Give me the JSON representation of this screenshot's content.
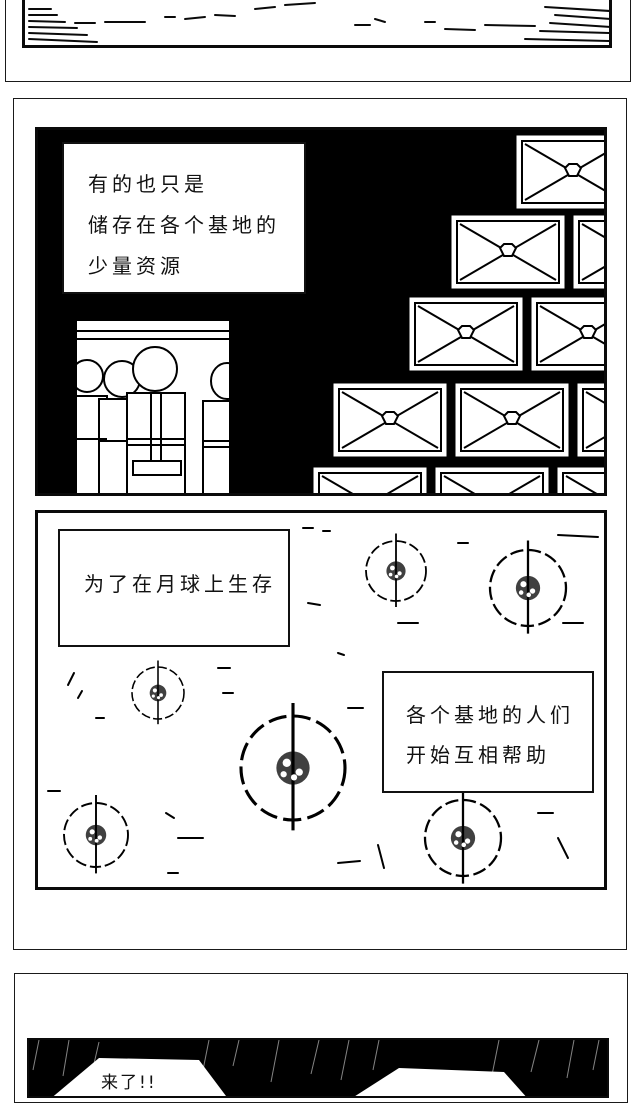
{
  "comic": {
    "panels": [
      {
        "id": "top-landscape",
        "description": "bottom edge of a horizon landscape with hatched ground lines"
      },
      {
        "id": "supplies",
        "caption": {
          "lines": [
            "有的也只是",
            "储存在各个基地的",
            "少量资源"
          ]
        },
        "inset": "row of astronauts in spacesuits",
        "background": "stacked supply crates against black space"
      },
      {
        "id": "bases-map",
        "captions": [
          {
            "lines": [
              "为了在月球上生存"
            ]
          },
          {
            "lines": [
              "各个基地的人们",
              "开始互相帮助"
            ]
          }
        ],
        "background": "top-down view of circular lunar bases with scattered marks"
      },
      {
        "id": "arrival",
        "speech_bubbles": [
          {
            "text": "来了!!"
          },
          {
            "text": ""
          }
        ],
        "background": "dark sky with rain-like streaks"
      }
    ]
  },
  "colors": {
    "ink": "#0a0a0a",
    "paper": "#ffffff"
  }
}
